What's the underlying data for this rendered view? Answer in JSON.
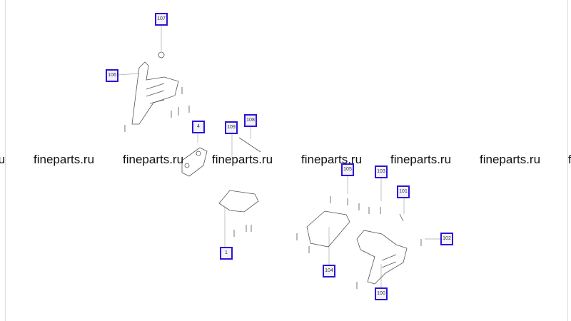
{
  "watermark": "fineparts.ru",
  "watermark_partial": "ru",
  "callouts": [
    {
      "id": "107"
    },
    {
      "id": "106"
    },
    {
      "id": "4"
    },
    {
      "id": "109"
    },
    {
      "id": "108"
    },
    {
      "id": "1"
    },
    {
      "id": "105"
    },
    {
      "id": "103"
    },
    {
      "id": "101"
    },
    {
      "id": "102"
    },
    {
      "id": "104"
    },
    {
      "id": "100"
    }
  ],
  "colors": {
    "callout_border": "#2a16d6",
    "line": "#999999"
  }
}
